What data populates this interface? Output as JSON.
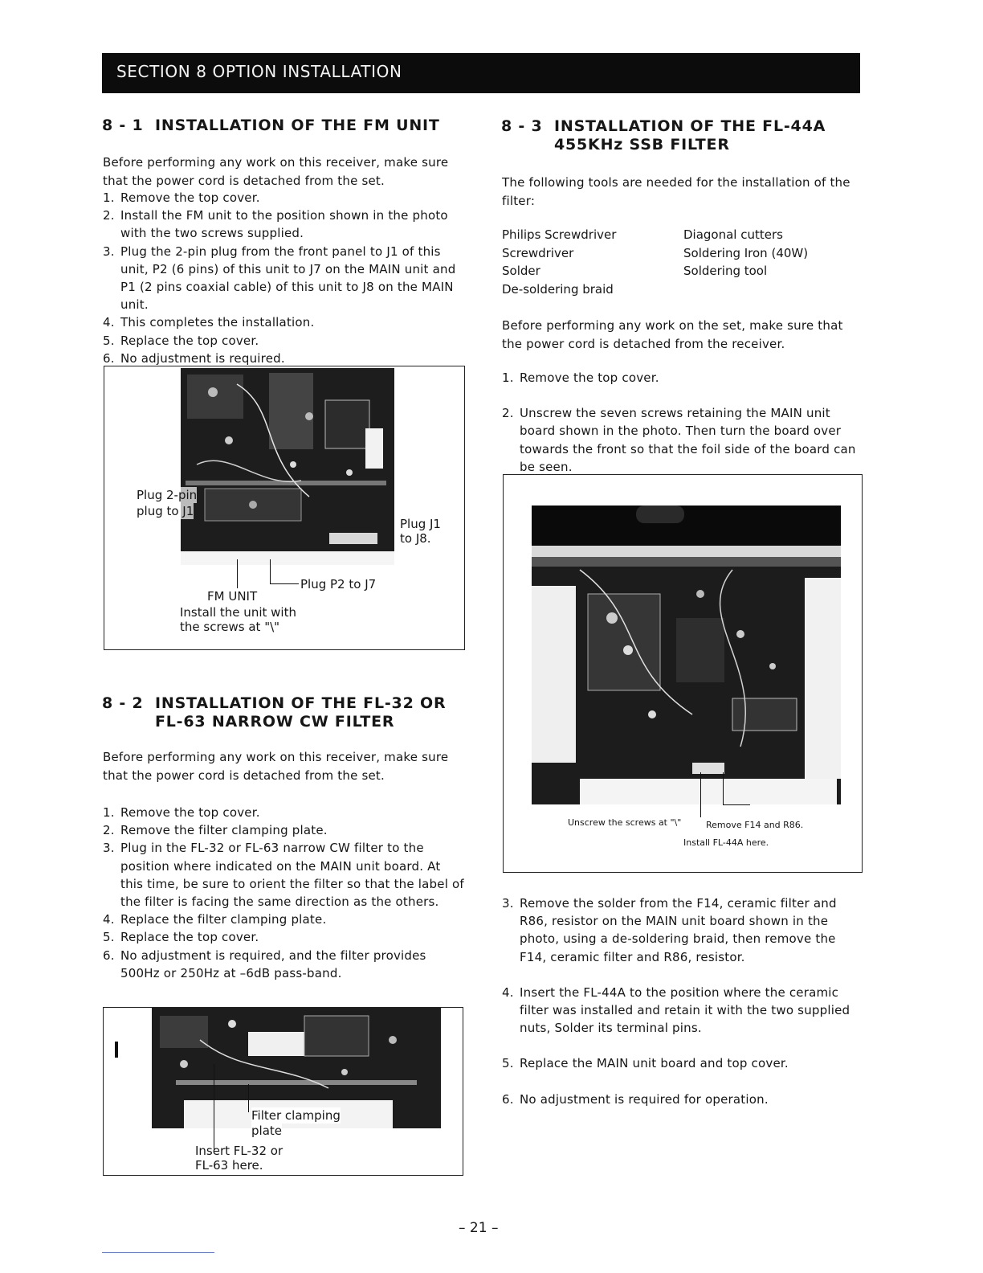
{
  "section_banner": "SECTION  8  OPTION  INSTALLATION",
  "s81": {
    "number": "8 - 1",
    "title": "INSTALLATION  OF  THE  FM  UNIT",
    "intro": "Before performing any work on this receiver, make sure that the power cord is detached from the set.",
    "steps": [
      {
        "n": "1.",
        "text": "Remove the top cover."
      },
      {
        "n": "2.",
        "text": "Install the FM unit to the position shown in the photo with the two screws supplied."
      },
      {
        "n": "3.",
        "text": "Plug the 2-pin plug from the front panel to J1 of this unit, P2 (6 pins) of this unit to J7 on the MAIN unit and P1 (2 pins coaxial cable) of this unit to J8 on the MAIN unit."
      },
      {
        "n": "4.",
        "text": "This completes the installation."
      },
      {
        "n": "5.",
        "text": "Replace the top cover."
      },
      {
        "n": "6.",
        "text": "No adjustment is required."
      }
    ],
    "photo_labels": {
      "plug2pin_a": "Plug 2-pin",
      "plug2pin_b": "plug to J1",
      "plugj1_a": "Plug J1",
      "plugj1_b": "to J8.",
      "plugp2": "Plug P2 to J7",
      "fm_unit": "FM  UNIT",
      "install_a": "Install the unit with",
      "install_b": "the screws at \"\\\""
    }
  },
  "s82": {
    "number": "8 - 2",
    "title_a": "INSTALLATION  OF  THE  FL-32  OR",
    "title_b": "FL-63  NARROW  CW  FILTER",
    "intro": "Before performing any work on this receiver, make sure that the power cord is detached from the set.",
    "steps": [
      {
        "n": "1.",
        "text": "Remove the top cover."
      },
      {
        "n": "2.",
        "text": "Remove the filter clamping plate."
      },
      {
        "n": "3.",
        "text": "Plug in the FL-32 or FL-63 narrow CW filter to the position where indicated on the MAIN unit board. At this time, be sure to orient the filter so that the label of the filter is facing the same direction as the others."
      },
      {
        "n": "4.",
        "text": "Replace the filter clamping plate."
      },
      {
        "n": "5.",
        "text": "Replace the top cover."
      },
      {
        "n": "6.",
        "text": "No adjustment is required, and the filter provides 500Hz or 250Hz at –6dB pass-band."
      }
    ],
    "photo_labels": {
      "clamp_a": "Filter clamping",
      "clamp_b": "plate",
      "insert_a": "Insert FL-32 or",
      "insert_b": "FL-63 here."
    }
  },
  "s83": {
    "number": "8 - 3",
    "title_a": "INSTALLATION  OF  THE  FL-44A",
    "title_b": "455KHz  SSB  FILTER",
    "tools_intro": "The following tools are needed for the installation of the filter:",
    "tools_left": [
      "Philips Screwdriver",
      "Screwdriver",
      "Solder",
      "De-soldering braid"
    ],
    "tools_right": [
      "Diagonal cutters",
      "Soldering Iron (40W)",
      "Soldering tool"
    ],
    "warning": "Before performing any work on the set, make sure that the power cord is detached from the receiver.",
    "steps_a": [
      {
        "n": "1.",
        "text": "Remove the top cover."
      },
      {
        "n": "2.",
        "text": "Unscrew the seven screws retaining the MAIN unit board shown in the photo.  Then turn the board over towards the front so that the foil side of the board can be seen."
      }
    ],
    "photo_labels": {
      "unscrew": "Unscrew the screws at \"\\\"",
      "remove": "Remove F14 and R86.",
      "install": "Install FL-44A here."
    },
    "steps_b": [
      {
        "n": "3.",
        "text": "Remove the solder from the F14, ceramic filter and R86, resistor on the MAIN unit board shown in the photo, using a de-soldering braid, then remove the F14, ceramic filter and R86, resistor."
      },
      {
        "n": "4.",
        "text": "Insert the FL-44A to the position where the ceramic filter was installed and retain it with the two supplied nuts, Solder its terminal pins."
      },
      {
        "n": "5.",
        "text": "Replace the MAIN unit board and top cover."
      },
      {
        "n": "6.",
        "text": "No adjustment is required for operation."
      }
    ]
  },
  "page_number": "– 21 –"
}
